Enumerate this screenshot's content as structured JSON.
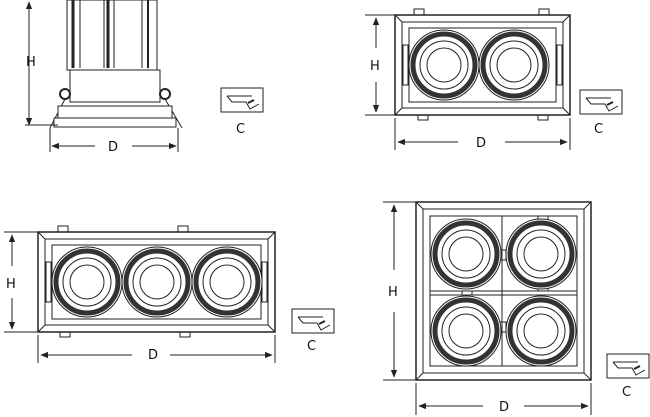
{
  "figures": [
    {
      "id": "side-view",
      "height_label": "H",
      "depth_label": "D",
      "cutout_label": "C"
    },
    {
      "id": "double-view",
      "height_label": "H",
      "depth_label": "D",
      "cutout_label": "C"
    },
    {
      "id": "triple-view",
      "height_label": "H",
      "depth_label": "D",
      "cutout_label": "C"
    },
    {
      "id": "quad-view",
      "height_label": "H",
      "depth_label": "D",
      "cutout_label": "C"
    }
  ],
  "icons": {
    "cutout": "ceiling-cutout-icon"
  },
  "colors": {
    "line": "#222222",
    "ring_dark": "#333333",
    "background": "#ffffff"
  }
}
